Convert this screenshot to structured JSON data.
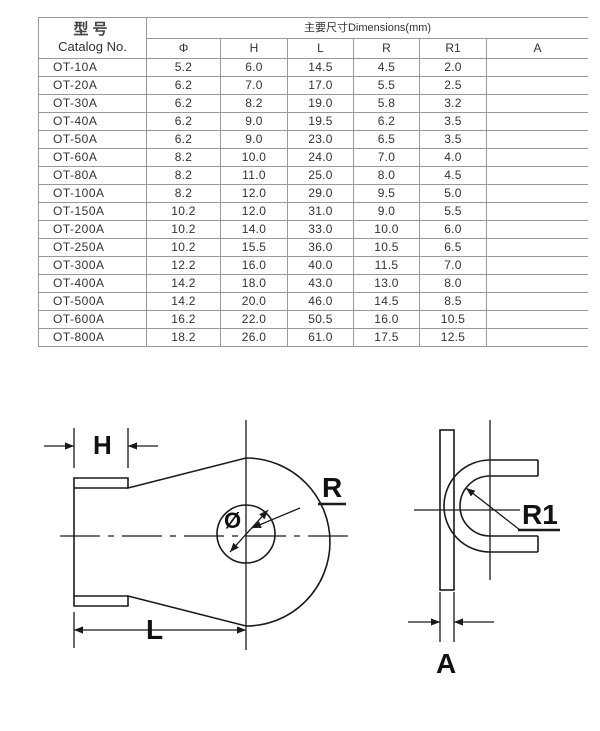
{
  "table": {
    "header": {
      "catalog_zh": "型号",
      "catalog_en": "Catalog No.",
      "dimensions": "主要尺寸Dimensions(mm)",
      "columns": [
        "Φ",
        "H",
        "L",
        "R",
        "R1",
        "A"
      ]
    },
    "rows": [
      {
        "catalog": "OT-10A",
        "phi": "5.2",
        "h": "6.0",
        "l": "14.5",
        "r": "4.5",
        "r1": "2.0",
        "a": ""
      },
      {
        "catalog": "OT-20A",
        "phi": "6.2",
        "h": "7.0",
        "l": "17.0",
        "r": "5.5",
        "r1": "2.5",
        "a": ""
      },
      {
        "catalog": "OT-30A",
        "phi": "6.2",
        "h": "8.2",
        "l": "19.0",
        "r": "5.8",
        "r1": "3.2",
        "a": ""
      },
      {
        "catalog": "OT-40A",
        "phi": "6.2",
        "h": "9.0",
        "l": "19.5",
        "r": "6.2",
        "r1": "3.5",
        "a": ""
      },
      {
        "catalog": "OT-50A",
        "phi": "6.2",
        "h": "9.0",
        "l": "23.0",
        "r": "6.5",
        "r1": "3.5",
        "a": ""
      },
      {
        "catalog": "OT-60A",
        "phi": "8.2",
        "h": "10.0",
        "l": "24.0",
        "r": "7.0",
        "r1": "4.0",
        "a": ""
      },
      {
        "catalog": "OT-80A",
        "phi": "8.2",
        "h": "11.0",
        "l": "25.0",
        "r": "8.0",
        "r1": "4.5",
        "a": ""
      },
      {
        "catalog": "OT-100A",
        "phi": "8.2",
        "h": "12.0",
        "l": "29.0",
        "r": "9.5",
        "r1": "5.0",
        "a": ""
      },
      {
        "catalog": "OT-150A",
        "phi": "10.2",
        "h": "12.0",
        "l": "31.0",
        "r": "9.0",
        "r1": "5.5",
        "a": ""
      },
      {
        "catalog": "OT-200A",
        "phi": "10.2",
        "h": "14.0",
        "l": "33.0",
        "r": "10.0",
        "r1": "6.0",
        "a": ""
      },
      {
        "catalog": "OT-250A",
        "phi": "10.2",
        "h": "15.5",
        "l": "36.0",
        "r": "10.5",
        "r1": "6.5",
        "a": ""
      },
      {
        "catalog": "OT-300A",
        "phi": "12.2",
        "h": "16.0",
        "l": "40.0",
        "r": "11.5",
        "r1": "7.0",
        "a": ""
      },
      {
        "catalog": "OT-400A",
        "phi": "14.2",
        "h": "18.0",
        "l": "43.0",
        "r": "13.0",
        "r1": "8.0",
        "a": ""
      },
      {
        "catalog": "OT-500A",
        "phi": "14.2",
        "h": "20.0",
        "l": "46.0",
        "r": "14.5",
        "r1": "8.5",
        "a": ""
      },
      {
        "catalog": "OT-600A",
        "phi": "16.2",
        "h": "22.0",
        "l": "50.5",
        "r": "16.0",
        "r1": "10.5",
        "a": ""
      },
      {
        "catalog": "OT-800A",
        "phi": "18.2",
        "h": "26.0",
        "l": "61.0",
        "r": "17.5",
        "r1": "12.5",
        "a": ""
      }
    ]
  },
  "drawing": {
    "labels": {
      "h": "H",
      "l": "L",
      "r": "R",
      "r1": "R1",
      "a": "A",
      "phi": "Ø"
    },
    "line_color": "#1a1a1a"
  }
}
